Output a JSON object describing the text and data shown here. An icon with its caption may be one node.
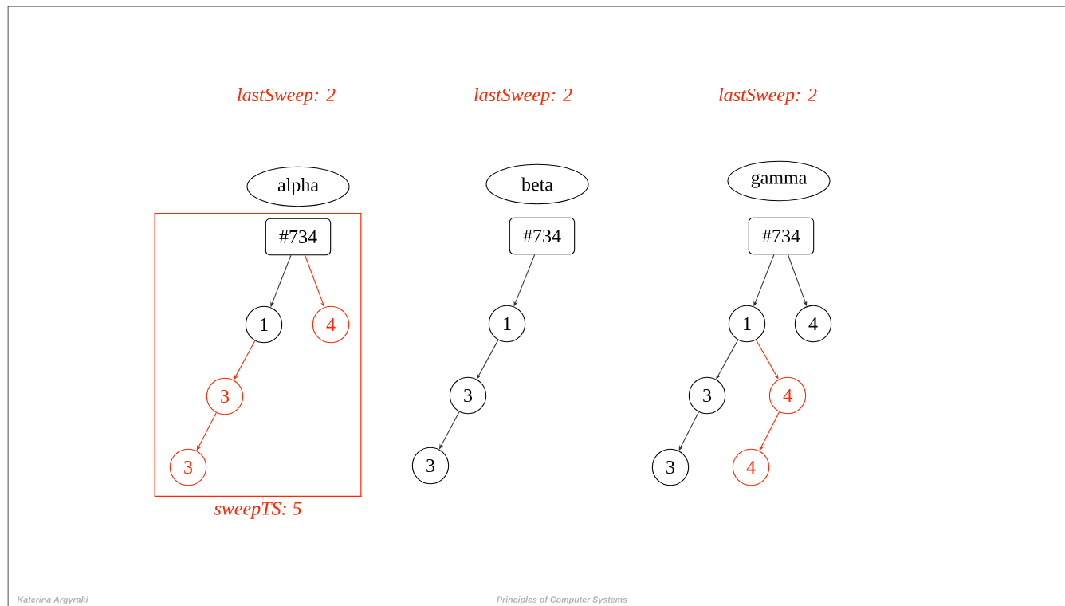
{
  "diagram": {
    "nodes": [
      {
        "text": [
          "alpha"
        ]
      },
      {
        "text": [],
        "shape": "box",
        "beside": [
          "sweepTS: 5"
        ]
      },
      {
        "text": [
          "#734"
        ],
        "in": 1
      },
      {
        "text": [
          "1"
        ],
        "in": 1
      },
      {
        "text": [
          "4"
        ],
        "in": 1
      },
      {
        "text": [
          "3"
        ],
        "in": 1
      },
      {
        "text": [
          "3"
        ],
        "in": 1
      },
      {
        "text": [
          "beta"
        ]
      },
      {
        "text": [
          "#734"
        ]
      },
      {
        "text": [
          "1"
        ]
      },
      {
        "text": [
          "3"
        ]
      },
      {
        "text": [
          "3"
        ]
      },
      {
        "text": [
          "gamma"
        ]
      },
      {
        "text": [
          "#734"
        ]
      },
      {
        "text": [
          "1"
        ]
      },
      {
        "text": [
          "4"
        ]
      },
      {
        "text": [
          "3"
        ]
      },
      {
        "text": [
          "4"
        ]
      },
      {
        "text": [
          "3"
        ]
      },
      {
        "text": [
          "4"
        ]
      }
    ],
    "edges": [
      {
        "from": 2,
        "to": 3,
        "arrow": "to"
      },
      {
        "from": 2,
        "to": 4,
        "arrow": "to",
        "color": "#ff2600"
      },
      {
        "from": 3,
        "to": 5,
        "arrow": "to",
        "color": "#ff2600"
      },
      {
        "from": 5,
        "to": 6,
        "arrow": "to",
        "color": "#ff2600"
      },
      {
        "from": 8,
        "to": 9,
        "arrow": "to"
      },
      {
        "from": 9,
        "to": 10,
        "arrow": "to"
      },
      {
        "from": 10,
        "to": 11,
        "arrow": "to"
      },
      {
        "from": 13,
        "to": 14,
        "arrow": "to"
      },
      {
        "from": 13,
        "to": 15,
        "arrow": "to"
      },
      {
        "from": 14,
        "to": 16,
        "arrow": "to"
      },
      {
        "from": 14,
        "to": 17,
        "arrow": "to",
        "color": "#ff2600"
      },
      {
        "from": 16,
        "to": 18,
        "arrow": "to"
      },
      {
        "from": 17,
        "to": 19,
        "arrow": "to",
        "color": "#ff2600"
      }
    ],
    "labels": [
      "lastSweep: 2",
      "lastSweep: 2",
      "lastSweep: 2",
      "Katerina Argyraki",
      "Principles of Computer Systems"
    ]
  }
}
